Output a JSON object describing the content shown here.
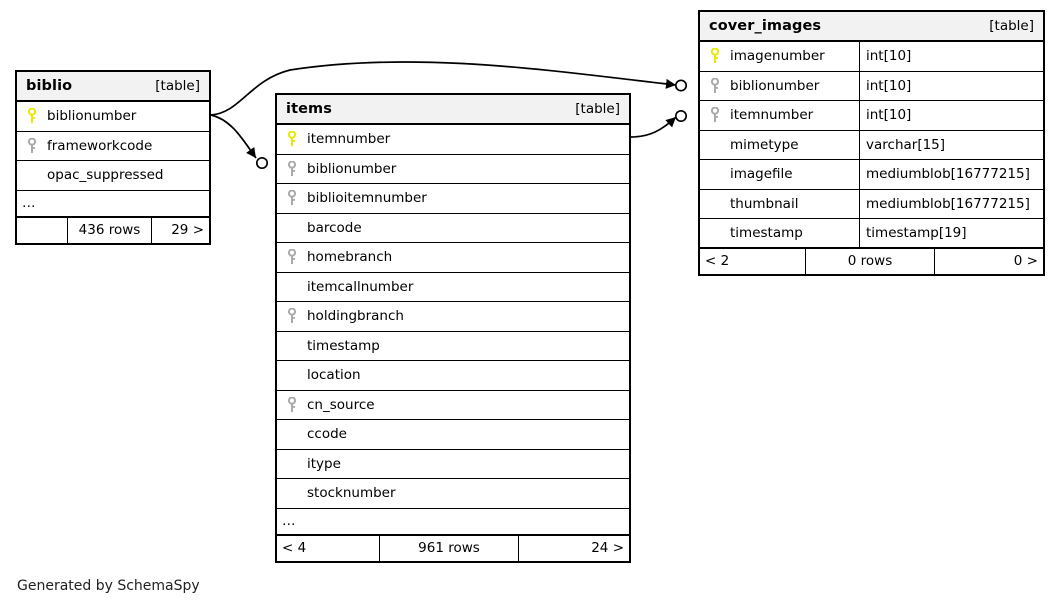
{
  "diagram": {
    "credit": "Generated by SchemaSpy",
    "kind_label": "[table]",
    "ellipsis": "…",
    "colors": {
      "primary_key": "#e8e800",
      "foreign_key": "#aaaaaa",
      "header_bg": "#f2f2f2",
      "border": "#000000",
      "background": "#ffffff"
    }
  },
  "tables": [
    {
      "id": "biblio",
      "name": "biblio",
      "kind": "[table]",
      "show_types": false,
      "columns": [
        {
          "name": "biblionumber",
          "key": "primary",
          "type": ""
        },
        {
          "name": "frameworkcode",
          "key": "foreign",
          "type": ""
        },
        {
          "name": "opac_suppressed",
          "key": "none",
          "type": ""
        }
      ],
      "has_more": true,
      "footer": {
        "left": "",
        "middle": "436 rows",
        "right": "29 >"
      }
    },
    {
      "id": "items",
      "name": "items",
      "kind": "[table]",
      "show_types": false,
      "columns": [
        {
          "name": "itemnumber",
          "key": "primary",
          "type": ""
        },
        {
          "name": "biblionumber",
          "key": "foreign",
          "type": ""
        },
        {
          "name": "biblioitemnumber",
          "key": "foreign",
          "type": ""
        },
        {
          "name": "barcode",
          "key": "none",
          "type": ""
        },
        {
          "name": "homebranch",
          "key": "foreign",
          "type": ""
        },
        {
          "name": "itemcallnumber",
          "key": "none",
          "type": ""
        },
        {
          "name": "holdingbranch",
          "key": "foreign",
          "type": ""
        },
        {
          "name": "timestamp",
          "key": "none",
          "type": ""
        },
        {
          "name": "location",
          "key": "none",
          "type": ""
        },
        {
          "name": "cn_source",
          "key": "foreign",
          "type": ""
        },
        {
          "name": "ccode",
          "key": "none",
          "type": ""
        },
        {
          "name": "itype",
          "key": "none",
          "type": ""
        },
        {
          "name": "stocknumber",
          "key": "none",
          "type": ""
        }
      ],
      "has_more": true,
      "footer": {
        "left": "< 4",
        "middle": "961 rows",
        "right": "24 >"
      }
    },
    {
      "id": "cover_images",
      "name": "cover_images",
      "kind": "[table]",
      "show_types": true,
      "columns": [
        {
          "name": "imagenumber",
          "key": "primary",
          "type": "int[10]"
        },
        {
          "name": "biblionumber",
          "key": "foreign",
          "type": "int[10]"
        },
        {
          "name": "itemnumber",
          "key": "foreign",
          "type": "int[10]"
        },
        {
          "name": "mimetype",
          "key": "none",
          "type": "varchar[15]"
        },
        {
          "name": "imagefile",
          "key": "none",
          "type": "mediumblob[16777215]"
        },
        {
          "name": "thumbnail",
          "key": "none",
          "type": "mediumblob[16777215]"
        },
        {
          "name": "timestamp",
          "key": "none",
          "type": "timestamp[19]"
        }
      ],
      "has_more": false,
      "footer": {
        "left": "< 2",
        "middle": "0 rows",
        "right": "0 >"
      }
    }
  ],
  "relationships": [
    {
      "from": "biblio.biblionumber",
      "to": "cover_images.biblionumber"
    },
    {
      "from": "biblio.biblionumber",
      "to": "items.biblionumber"
    },
    {
      "from": "items.itemnumber",
      "to": "cover_images.itemnumber"
    }
  ]
}
